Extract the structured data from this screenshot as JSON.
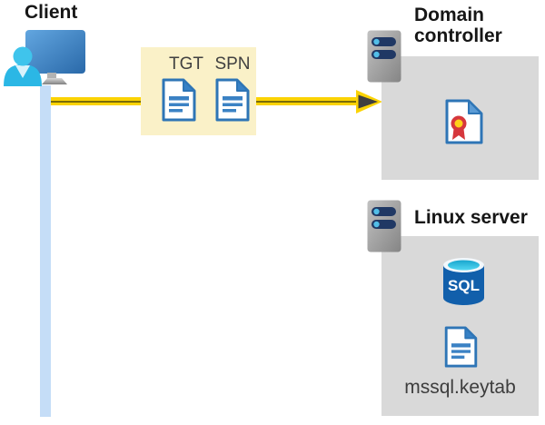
{
  "client": {
    "label": "Client"
  },
  "tickets": {
    "box_color": "#FAF1C8",
    "items": [
      {
        "label": "TGT"
      },
      {
        "label": "SPN"
      }
    ]
  },
  "arrow": {
    "color": "#FBD303",
    "stripe_color": "#7A6C08",
    "head_color": "#3F3F3F"
  },
  "domain_controller": {
    "label": "Domain controller"
  },
  "linux_server": {
    "label": "Linux server",
    "database_label": "SQL",
    "keytab_label": "mssql.keytab"
  },
  "colors": {
    "panel_gray": "#D9D9D9",
    "client_line_blue": "#C5DDF7",
    "document_blue": "#2E75B6",
    "server_bar_navy": "#203864",
    "person_cyan": "#2EB8E6",
    "sql_body_blue": "#115FAB",
    "certificate_red": "#D6373C",
    "certificate_yellow": "#FFD11A"
  }
}
